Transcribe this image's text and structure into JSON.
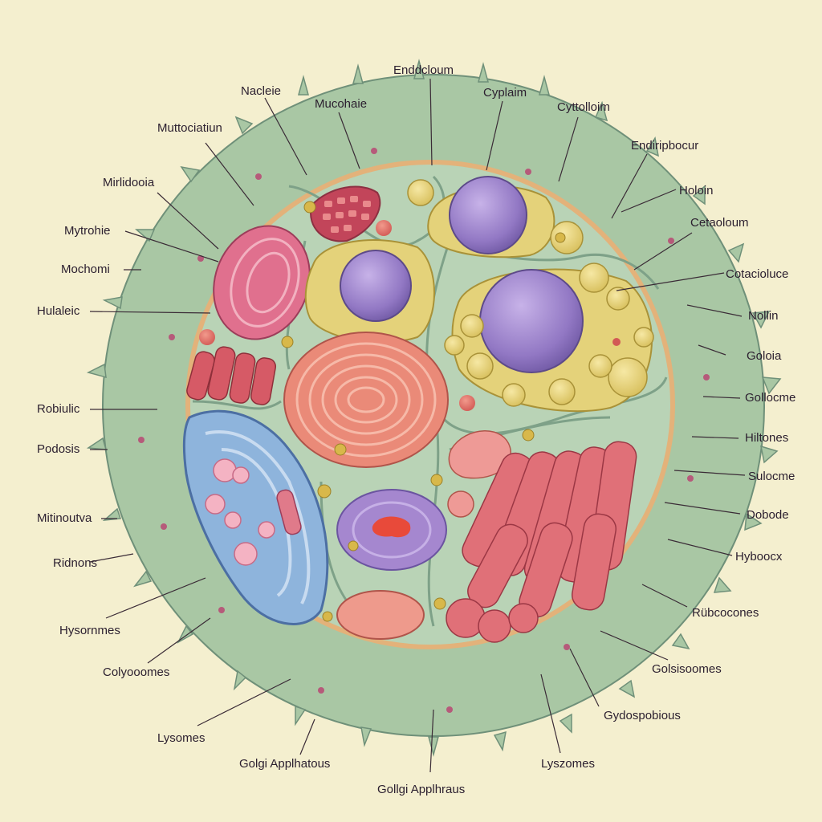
{
  "colors": {
    "background": "#f4efcf",
    "membrane": "#a9c7a4",
    "cytoplasm": "#b9d3b6",
    "envelope_ring": "#e3b27a",
    "nucleus_purple": "#9c7ec9",
    "golgi_blue": "#8eb4dc",
    "mito_red": "#e5767a",
    "vesicle_yellow": "#e4d27a"
  },
  "labels": {
    "l01": "Nacleie",
    "l02": "Mucohaie",
    "l03": "Enddcloum",
    "l04": "Cyplaim",
    "l05": "Cyttolloim",
    "l06": "Muttociatiun",
    "l07": "Endiripbocur",
    "l08": "Mirlidooia",
    "l09": "Holoin",
    "l10": "Mytrohie",
    "l11": "Cetaoloum",
    "l12": "Mochomi",
    "l13": "Cotacioluce",
    "l14": "Hulaleic",
    "l15": "Nollin",
    "l16": "Goloia",
    "l17": "Robiulic",
    "l18": "Gollocme",
    "l19": "Podosis",
    "l20": "Hiltones",
    "l21": "Sulocme",
    "l22": "Mitinoutva",
    "l23": "Dobode",
    "l24": "Ridnons",
    "l25": "Hyboocx",
    "l26": "Hysornmes",
    "l27": "Rübcocones",
    "l28": "Colyooomes",
    "l29": "Golsisoomes",
    "l30": "Lysomes",
    "l31": "Gydospobious",
    "l32": "Golgi Applhatous",
    "l33": "Lyszomes",
    "l34": "Gollgi Applhraus"
  }
}
